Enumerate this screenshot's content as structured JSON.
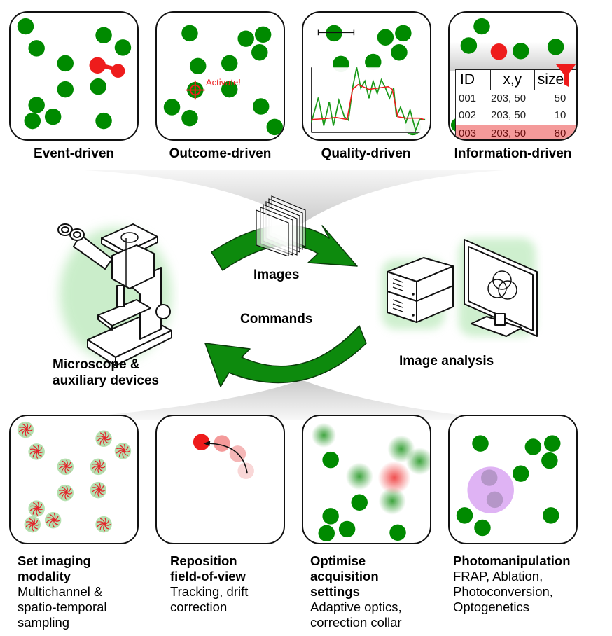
{
  "colors": {
    "cell_green": "#008a00",
    "event_red": "#ee1c1c",
    "arrow_green": "#0d8a0d",
    "highlight_row": "#f49a9a",
    "photo_purple": "#d9a6f2",
    "stained_cell": "#b5e0b0"
  },
  "top_panels": [
    {
      "label": "Event-driven",
      "icon": "dividing-cell-icon"
    },
    {
      "label": "Outcome-driven",
      "icon": "target-crosshair-icon",
      "annotation": "Activate!"
    },
    {
      "label": "Quality-driven",
      "icon": "signal-trace-icon"
    },
    {
      "label": "Information-driven",
      "icon": "filter-funnel-icon",
      "table": {
        "headers": [
          "ID",
          "x,y",
          "size"
        ],
        "rows": [
          [
            "001",
            "203, 50",
            "50"
          ],
          [
            "002",
            "203, 50",
            "10"
          ],
          [
            "003",
            "203, 50",
            "80"
          ]
        ],
        "highlighted_row": 2
      }
    }
  ],
  "center": {
    "microscope_label_line1": "Microscope &",
    "microscope_label_line2": "auxiliary devices",
    "images_label": "Images",
    "commands_label": "Commands",
    "analysis_label": "Image analysis"
  },
  "bottom_panels": [
    {
      "title_lines": [
        "Set imaging",
        "modality"
      ],
      "sub_lines": [
        "Multichannel &",
        "spatio-temporal",
        "sampling"
      ]
    },
    {
      "title_lines": [
        "Reposition",
        "field-of-view"
      ],
      "sub_lines": [
        "Tracking, drift",
        "correction"
      ]
    },
    {
      "title_lines": [
        "Optimise",
        "acquisition",
        "settings"
      ],
      "sub_lines": [
        "Adaptive optics,",
        "correction collar"
      ]
    },
    {
      "title_lines": [
        "Photomanipulation"
      ],
      "sub_lines": [
        "FRAP, Ablation,",
        "Photoconversion,",
        "Optogenetics"
      ]
    }
  ]
}
